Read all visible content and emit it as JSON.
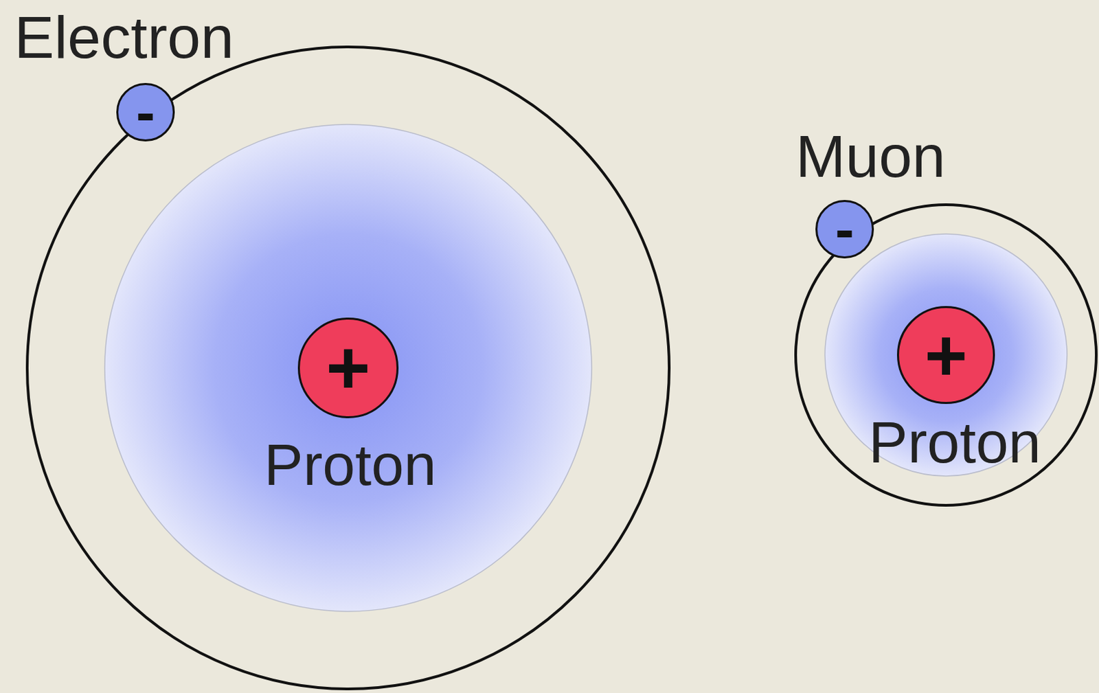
{
  "diagram": {
    "nodes": [
      {
        "text": [
          "Electron",
          "-"
        ]
      },
      {
        "text": [
          "+",
          "Proton"
        ]
      },
      {
        "text": [
          "Muon",
          "-"
        ]
      },
      {
        "text": [
          "+",
          "Proton"
        ]
      }
    ]
  }
}
